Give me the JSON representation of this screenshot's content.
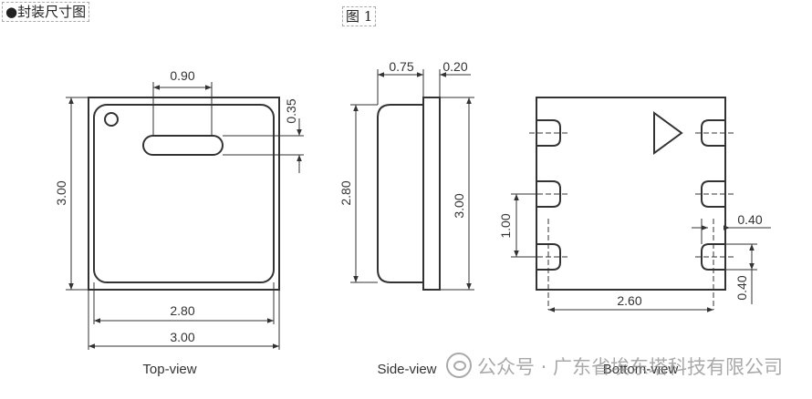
{
  "header": {
    "title": "●封装尺寸图",
    "figure_label": "图 1"
  },
  "top_view": {
    "caption": "Top-view",
    "dim_slot_width": "0.90",
    "dim_slot_height": "0.35",
    "dim_outer_height": "3.00",
    "dim_inner_width": "2.80",
    "dim_outer_width": "3.00"
  },
  "side_view": {
    "caption": "Side-view",
    "dim_body_depth": "0.75",
    "dim_base_thickness": "0.20",
    "dim_body_height": "2.80",
    "dim_base_height": "3.00"
  },
  "bottom_view": {
    "caption": "Bottom-view",
    "dim_pitch": "1.00",
    "dim_pad_width": "0.40",
    "dim_pad_height": "0.40",
    "dim_pad_span": "2.60"
  },
  "watermark": {
    "text": "公众号 · 广东省埃东塔科技有限公司"
  }
}
